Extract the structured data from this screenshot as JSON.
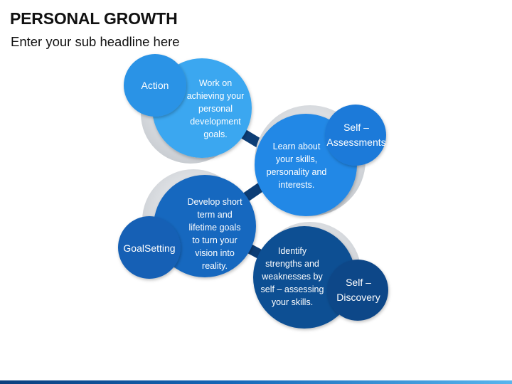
{
  "header": {
    "title": "PERSONAL GROWTH",
    "subtitle": "Enter your sub headline here"
  },
  "nodes": [
    {
      "label": [
        "Action"
      ],
      "text": [
        "Work on",
        "achieving your",
        "personal",
        "development",
        "goals."
      ],
      "color": "#3aa7f0",
      "label_color": "#2a93e6"
    },
    {
      "label": [
        "Self –",
        "Assessments"
      ],
      "text": [
        "Learn about",
        "your skills,",
        "personality and",
        "interests."
      ],
      "color": "#2288e6",
      "label_color": "#1b7ad9"
    },
    {
      "label": [
        "Goal",
        "Setting"
      ],
      "text": [
        "Develop short",
        "term and",
        "lifetime goals",
        "to turn your",
        "vision into",
        "reality."
      ],
      "color": "#1767bf",
      "label_color": "#1360b5"
    },
    {
      "label": [
        "Self –",
        "Discovery"
      ],
      "text": [
        "Identify",
        "strengths and",
        "weaknesses by",
        "self – assessing",
        "your skills."
      ],
      "color": "#0f4f93",
      "label_color": "#0d4788"
    }
  ],
  "connector_color": "#0c3d75",
  "shadow_color": "#d4d7dc"
}
